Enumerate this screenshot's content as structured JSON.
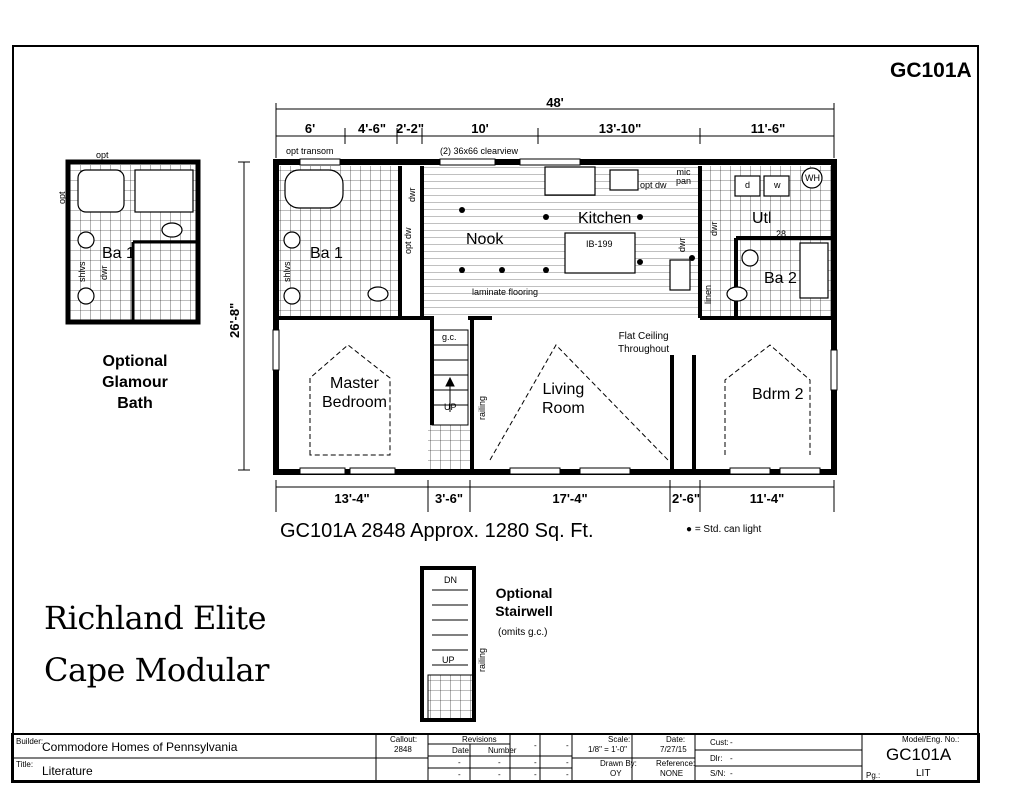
{
  "sheet": {
    "model_top": "GC101A",
    "headline": "GC101A 2848  Approx. 1280 Sq. Ft.",
    "legend": "● = Std. can light",
    "optional_glamour_bath": [
      "Optional",
      "Glamour",
      "Bath"
    ],
    "optional_stairwell": [
      "Optional",
      "Stairwell"
    ],
    "omits_gc": "(omits g.c.)",
    "brand_lines": [
      "Richland Elite",
      "Cape Modular"
    ]
  },
  "dimensions": {
    "overall_width": "48'",
    "overall_depth": "26'-8\"",
    "top": [
      "6'",
      "4'-6\"",
      "2'-2\"",
      "10'",
      "13'-10\"",
      "11'-6\""
    ],
    "bottom": [
      "13'-4\"",
      "3'-6\"",
      "17'-4\"",
      "2'-6\"",
      "11'-4\""
    ]
  },
  "rooms": {
    "ba1": "Ba 1",
    "ba1_glamour": "Ba 1",
    "nook": "Nook",
    "kitchen": "Kitchen",
    "utl": "Utl",
    "ba2": "Ba 2",
    "master_bedroom": [
      "Master",
      "Bedroom"
    ],
    "living_room": [
      "Living",
      "Room"
    ],
    "bdrm2": "Bdrm 2"
  },
  "notes": {
    "opt_transom": "opt transom",
    "clearview": "(2) 36x66 clearview",
    "opt": "opt",
    "opt_top": "opt",
    "opt_dw": "opt dw",
    "mic_pan": [
      "mic",
      "pan"
    ],
    "ib": "IB-199",
    "laminate": "laminate flooring",
    "gc": "g.c.",
    "up": "UP",
    "up2": "UP",
    "dn": "DN",
    "railing": "railing",
    "railing2": "railing",
    "flat_ceiling": [
      "Flat Ceiling",
      "Throughout"
    ],
    "shlvs": "shlvs",
    "shlvs2": "shlvs",
    "dwr": "dwr",
    "dwr2": "dwr",
    "dwr3": "dwr",
    "dwr4": "dwr",
    "linen": "linen",
    "d": "d",
    "w": "w",
    "wh": "WH",
    "n28": "28",
    "opt_dw_vert": "opt dw"
  },
  "title_block": {
    "builder_label": "Builder:",
    "builder": "Commodore Homes of Pennsylvania",
    "title_label": "Title:",
    "title": "Literature",
    "callout_label": "Callout:",
    "callout": "2848",
    "revisions_label": "Revisions",
    "date_label": "Date",
    "number_label": "Number",
    "dots": [
      "-",
      "-",
      "-",
      "-",
      "-",
      "-",
      "-",
      "-",
      "-",
      "-"
    ],
    "scale_label": "Scale:",
    "scale": "1/8\" = 1'-0\"",
    "drawn_label": "Drawn By:",
    "drawn": "OY",
    "date2_label": "Date:",
    "date2": "7/27/15",
    "reference_label": "Reference:",
    "reference": "NONE",
    "cust_label": "Cust:",
    "cust": "-",
    "dlr_label": "Dlr:",
    "dlr": "-",
    "sn_label": "S/N:",
    "sn": "-",
    "model_label": "Model/Eng. No.:",
    "model": "GC101A",
    "pg_label": "Pg.:",
    "pg": "LIT"
  }
}
